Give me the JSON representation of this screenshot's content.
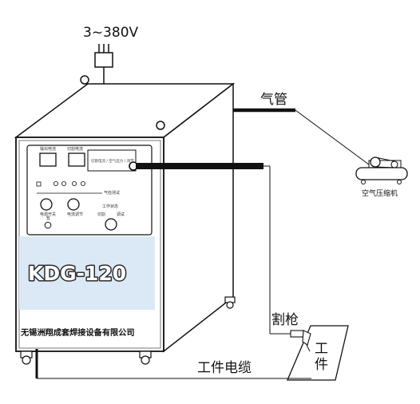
{
  "power": {
    "label": "3~380V"
  },
  "air_hose": {
    "label": "气管"
  },
  "compressor": {
    "label": "空气压缩机"
  },
  "torch": {
    "label": "割枪"
  },
  "workpiece": {
    "label_line1": "工",
    "label_line2": "件"
  },
  "work_cable": {
    "label": "工件电缆"
  },
  "machine": {
    "model": "KDG-120",
    "company": "无锡洲翔成套焊接设备有限公司",
    "panel": {
      "meter_left_label": "输出电流",
      "meter_right_label": "切割电流",
      "info_text": "切割电流 / 空气压力 / 调节",
      "gas_check_label": "气检测试",
      "knob_left_label": "电源开关",
      "knob_right_label": "电流调节",
      "mode_label": "工作状态",
      "mode_left": "切割",
      "mode_right": "调试",
      "small_label": "暂"
    }
  },
  "colors": {
    "outline": "#1a1a1a",
    "cable": "#111111",
    "panel_face": "#ffffff",
    "nameplate": "#d9e8f7",
    "cabinet": "#ffffff"
  }
}
